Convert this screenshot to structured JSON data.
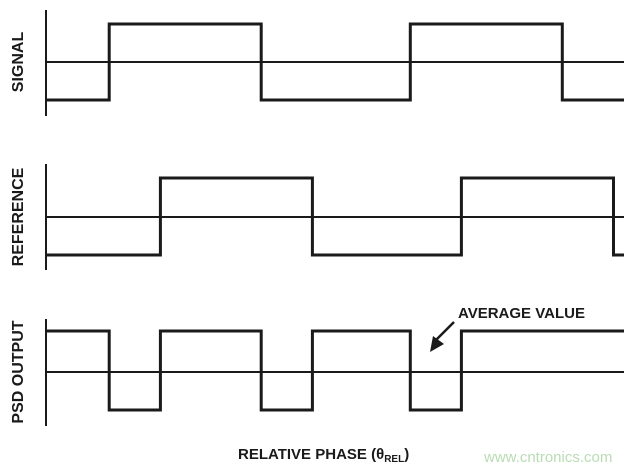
{
  "panels": [
    {
      "label": "SIGNAL",
      "transitions": [
        0.21,
        0.715,
        1.21,
        1.715
      ],
      "start_level": "low"
    },
    {
      "label": "REFERENCE",
      "transitions": [
        0.38,
        0.885,
        1.38,
        1.885
      ],
      "start_level": "low"
    },
    {
      "label": "PSD OUTPUT",
      "transitions": [
        0.21,
        0.38,
        0.715,
        0.885,
        1.21,
        1.38
      ],
      "start_level": "high"
    }
  ],
  "phase_range": [
    0,
    1.92
  ],
  "annotation": {
    "text": "AVERAGE VALUE"
  },
  "x_axis": {
    "label": "RELATIVE PHASE (",
    "symbol": "θ",
    "subscript": "REL",
    "suffix": ")"
  },
  "watermark": "www.cntronics.com",
  "colors": {
    "ink": "#1a1a1a",
    "watermark": "#b9dcb4",
    "background": "#ffffff"
  }
}
